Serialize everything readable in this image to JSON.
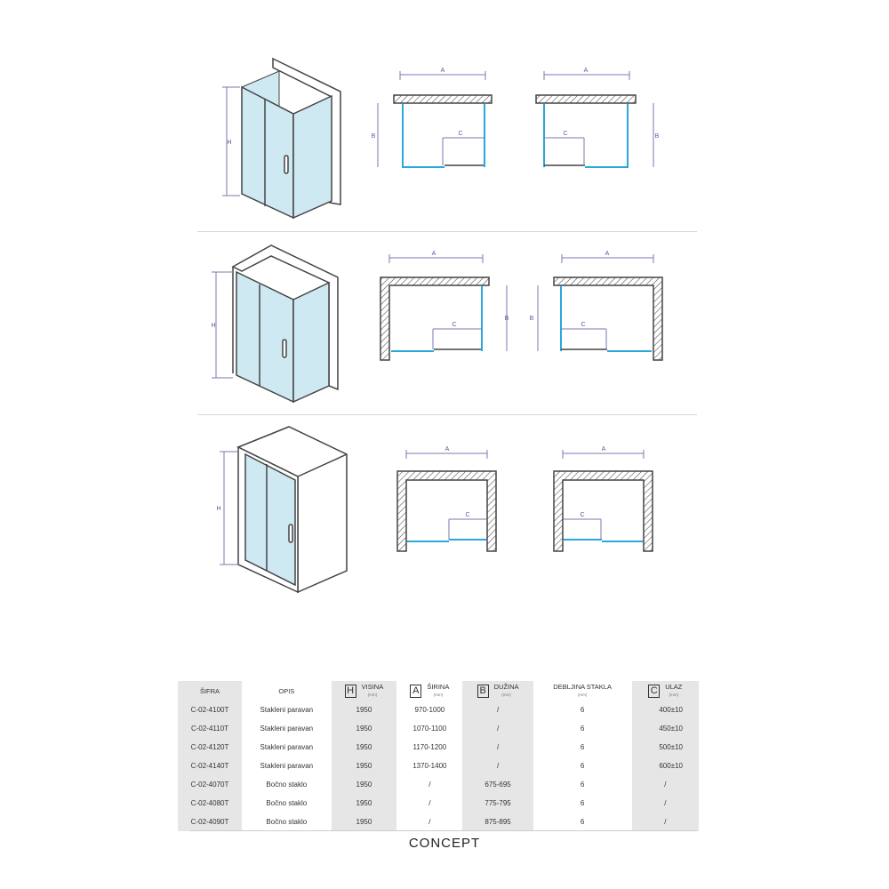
{
  "diagram_labels": {
    "a": "A",
    "b": "B",
    "c": "C",
    "h": "H"
  },
  "colors": {
    "glass": "#cfe9f2",
    "glass_line": "#29a8e0",
    "dimension": "#7b78b0"
  },
  "table": {
    "headers": [
      {
        "label": "ŠIFRA"
      },
      {
        "label": "OPIS"
      },
      {
        "icon": "H",
        "label": "VISINA",
        "unit": "(mm)"
      },
      {
        "icon": "A",
        "label": "ŠIRINA",
        "unit": "(mm)"
      },
      {
        "icon": "B",
        "label": "DUŽINA",
        "unit": "(mm)"
      },
      {
        "label": "DEBLJINA STAKLA",
        "unit": "(mm)"
      },
      {
        "icon": "C",
        "label": "ULAZ",
        "unit": "(mm)"
      }
    ],
    "rows": [
      [
        "C-02-4100T",
        "Stakleni paravan",
        "1950",
        "970-1000",
        "/",
        "6",
        "400±10"
      ],
      [
        "C-02-4110T",
        "Stakleni paravan",
        "1950",
        "1070-1100",
        "/",
        "6",
        "450±10"
      ],
      [
        "C-02-4120T",
        "Stakleni paravan",
        "1950",
        "1170-1200",
        "/",
        "6",
        "500±10"
      ],
      [
        "C-02-4140T",
        "Stakleni paravan",
        "1950",
        "1370-1400",
        "/",
        "6",
        "600±10"
      ],
      [
        "C-02-4070T",
        "Bočno staklo",
        "1950",
        "/",
        "675-695",
        "6",
        "/"
      ],
      [
        "C-02-4080T",
        "Bočno staklo",
        "1950",
        "/",
        "775-795",
        "6",
        "/"
      ],
      [
        "C-02-4090T",
        "Bočno staklo",
        "1950",
        "/",
        "875-895",
        "6",
        "/"
      ]
    ]
  },
  "brand": "CONCEPT"
}
